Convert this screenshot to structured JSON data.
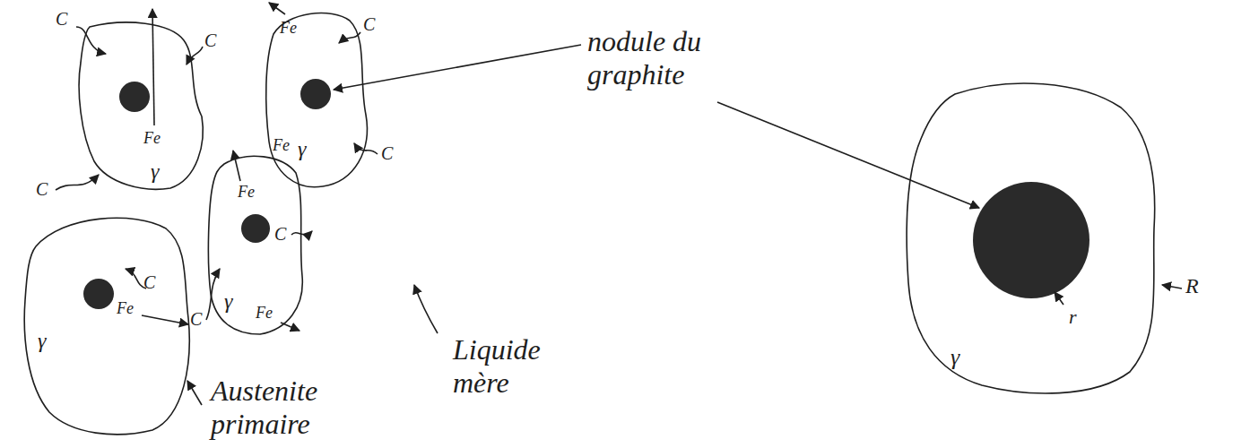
{
  "diagram": {
    "nodes": [
      {
        "text": [
          "Fe",
          "γ"
        ]
      },
      {
        "text": [
          "Fe",
          "Fe",
          "γ"
        ]
      },
      {
        "text": [
          "Fe",
          "γ"
        ]
      },
      {
        "text": [
          "Fe",
          "γ",
          "Fe"
        ]
      },
      {
        "text": [
          "γ",
          "r"
        ]
      }
    ],
    "labels": [
      "C",
      "C",
      "C",
      "C",
      "C",
      "C",
      "C",
      "C",
      "nodule du graphite",
      "Austenite primaire",
      "Liquide mère",
      "R"
    ]
  }
}
